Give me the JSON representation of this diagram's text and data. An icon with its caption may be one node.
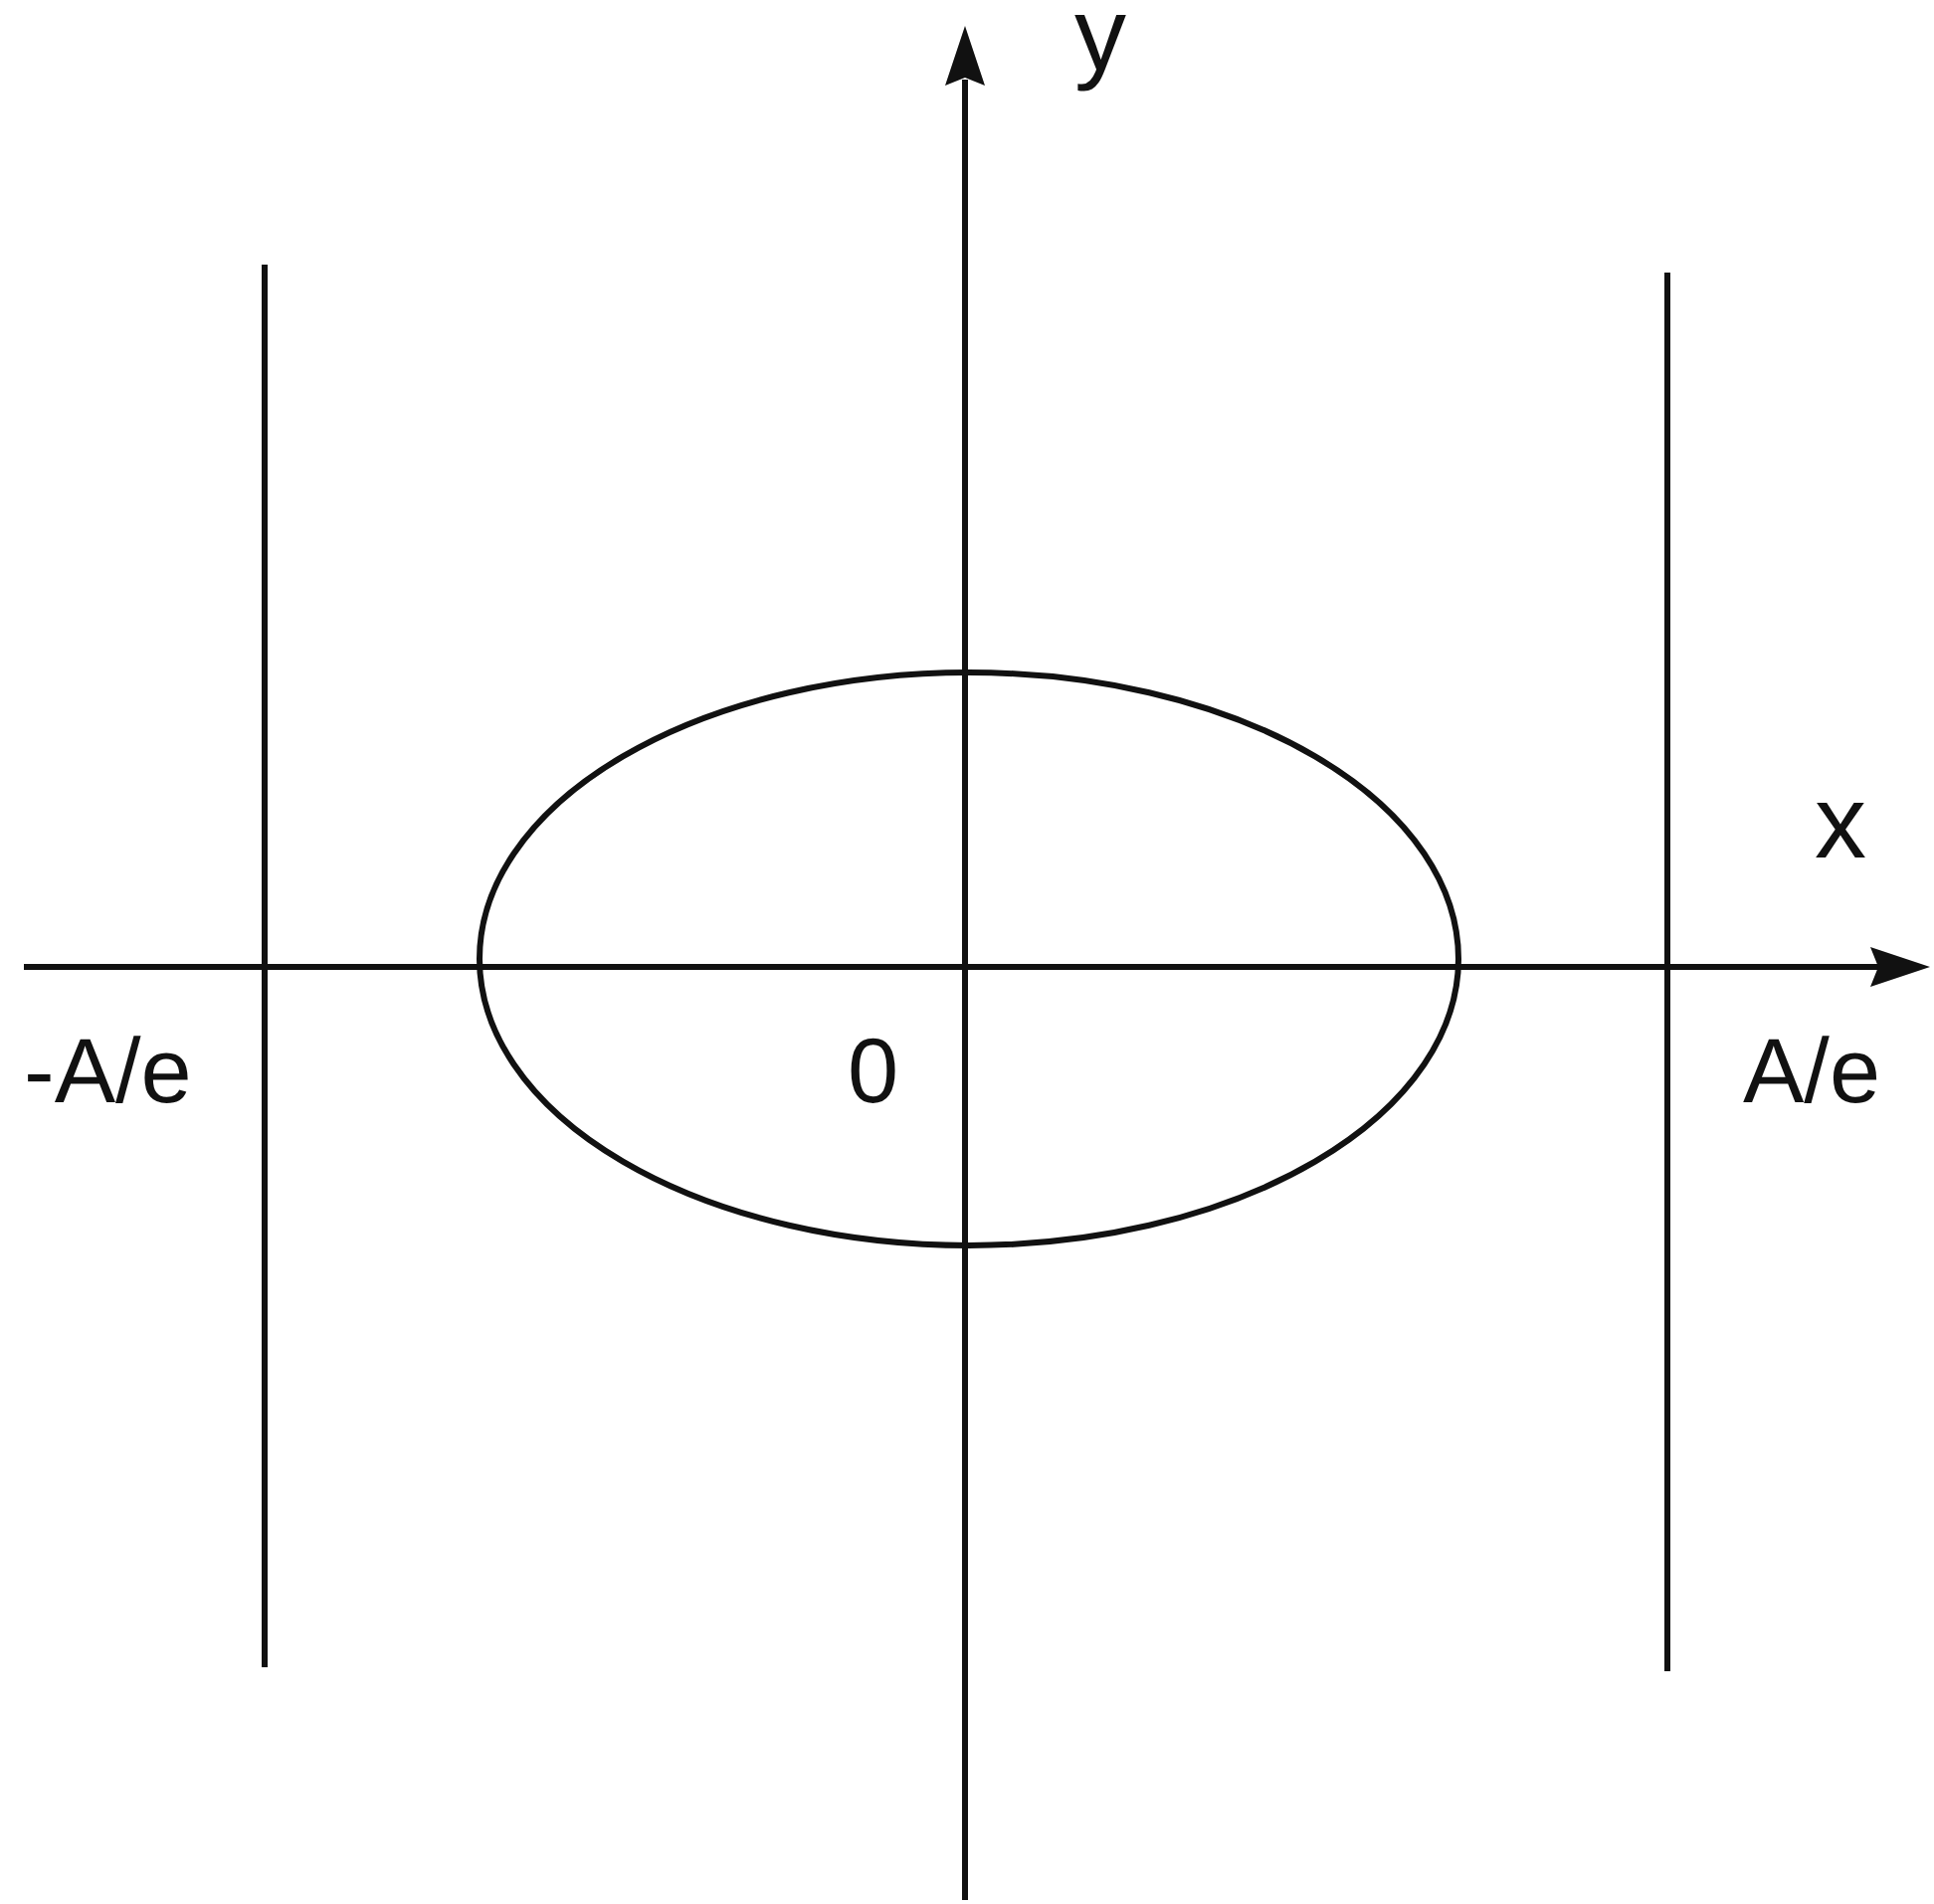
{
  "diagram": {
    "labels": [
      "y",
      "x",
      "0",
      "-A/e",
      "A/e"
    ]
  }
}
